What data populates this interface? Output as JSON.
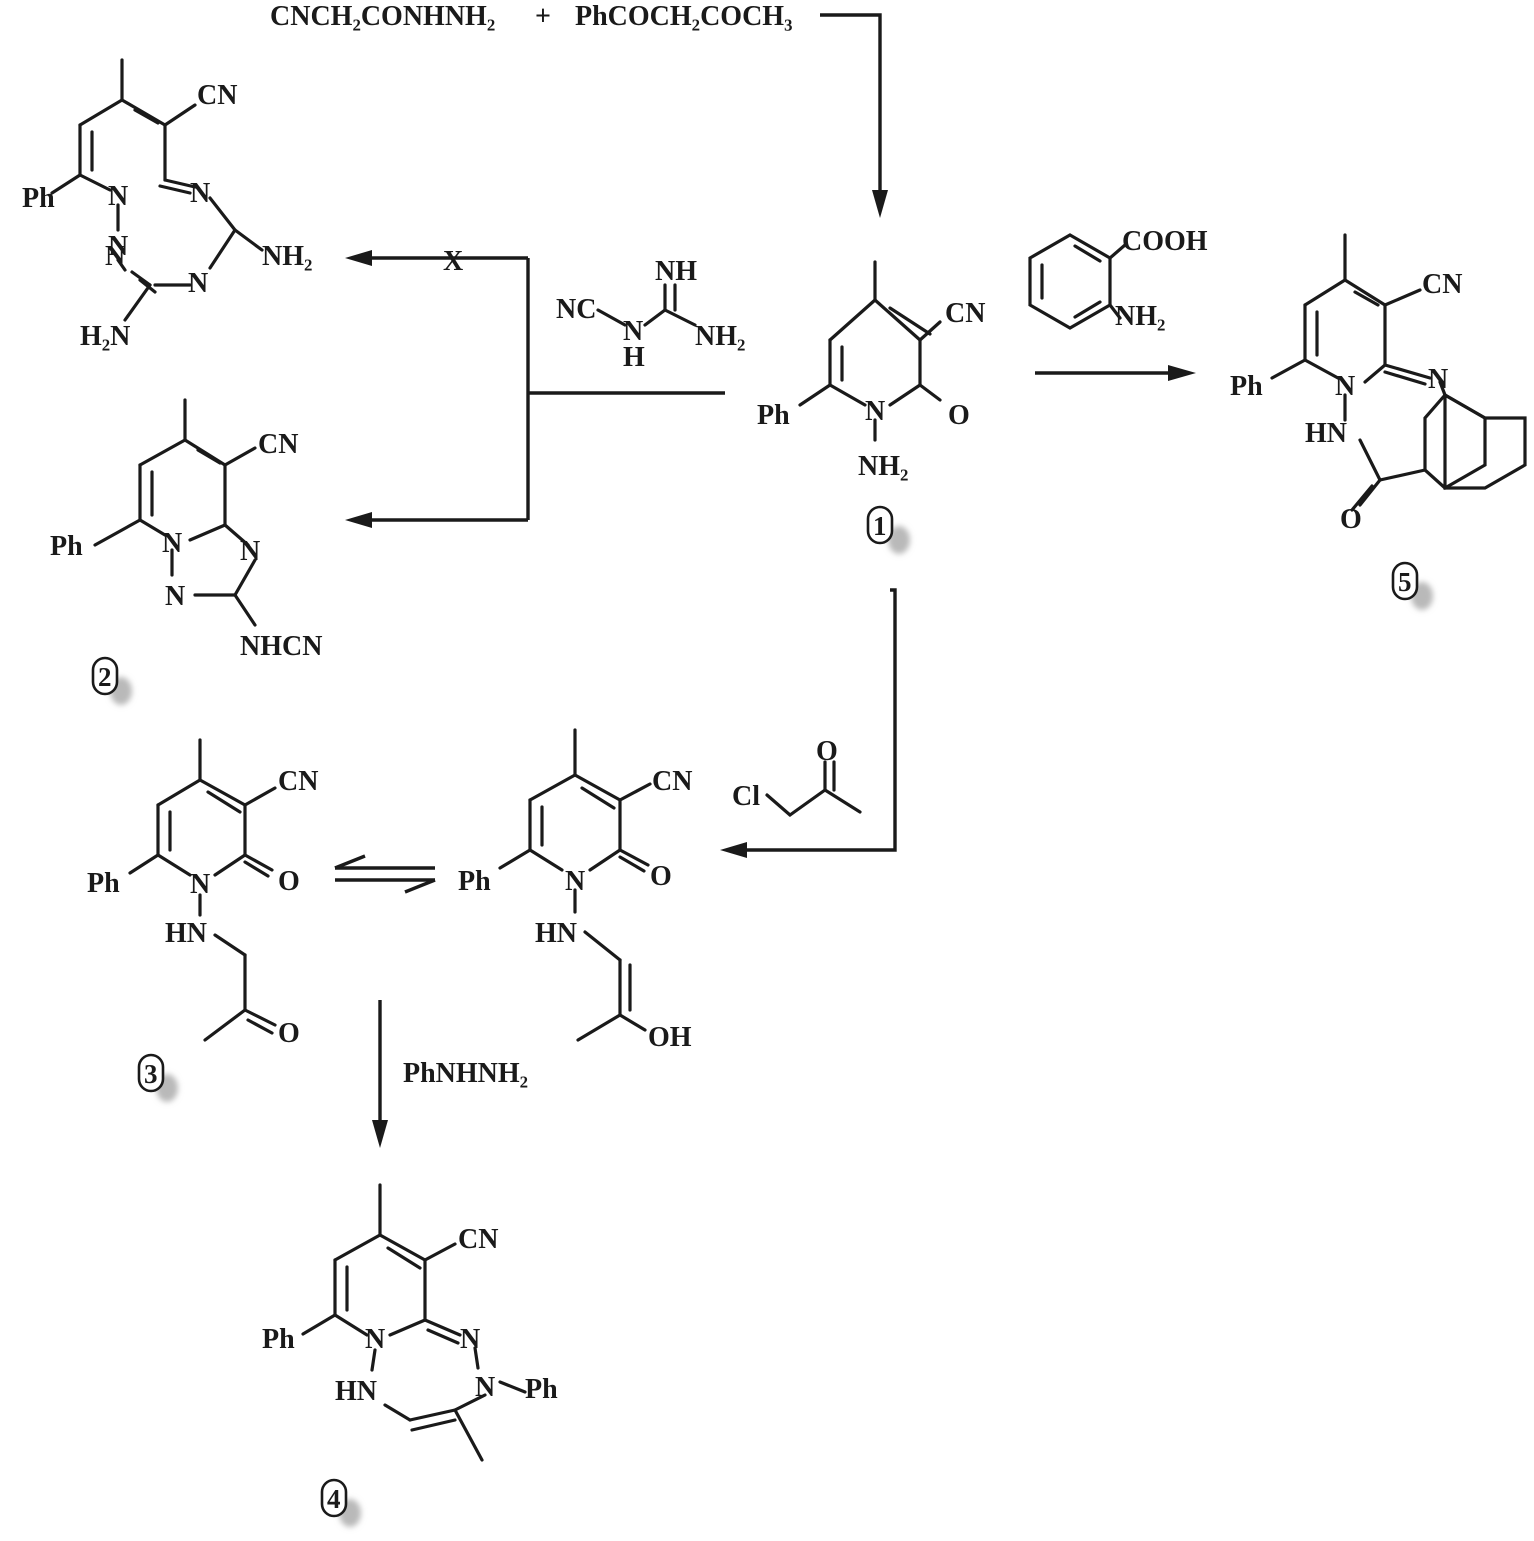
{
  "reagents": {
    "hydrazide": "CNCH₂CONHNH₂",
    "plus": "+",
    "diketone": "PhCOCH₂COCH₃",
    "cyanoguanidine_nc": "NC",
    "cyanoguanidine_nh_bridge": "N",
    "cyanoguanidine_h": "H",
    "cyanoguanidine_imine": "NH",
    "cyanoguanidine_nh2": "NH₂",
    "anthranilic_cooh": "COOH",
    "anthranilic_nh2": "NH₂",
    "chloroacetone_cl": "Cl",
    "chloroacetone_o": "O",
    "phenylhydrazine": "PhNHNH₂"
  },
  "arrow_marks": {
    "blocked": "X"
  },
  "compound_numbers": {
    "c1": "1",
    "c2": "2",
    "c3": "3",
    "c4": "4",
    "c5": "5"
  },
  "atoms": {
    "ph": "Ph",
    "cn": "CN",
    "o": "O",
    "n": "N",
    "hn": "HN",
    "nh2": "NH₂",
    "h2n": "H₂N",
    "nhcn": "NHCN",
    "oh": "OH",
    "nph": "N",
    "ph_sub": "Ph"
  }
}
